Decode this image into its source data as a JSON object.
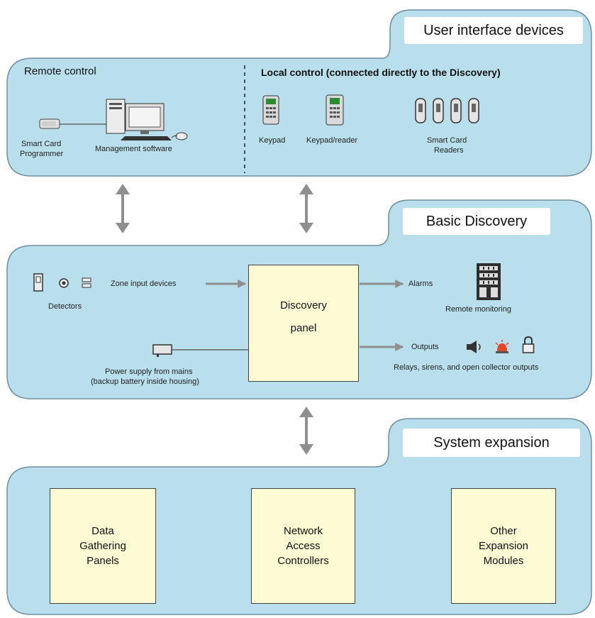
{
  "sections": {
    "user_interface": {
      "title": "User interface devices",
      "remote_title": "Remote control",
      "local_title": "Local control (connected directly to the Discovery)",
      "smart_card_programmer": [
        "Smart Card",
        "Programmer"
      ],
      "management_software": "Management software",
      "keypad": "Keypad",
      "keypad_reader": "Keypad/reader",
      "smart_card_readers": [
        "Smart Card",
        "Readers"
      ]
    },
    "basic_discovery": {
      "title": "Basic Discovery",
      "detectors": "Detectors",
      "zone_input": "Zone input devices",
      "panel": [
        "Discovery",
        "panel"
      ],
      "alarms": "Alarms",
      "remote_monitoring": "Remote monitoring",
      "outputs": "Outputs",
      "outputs_caption": "Relays, sirens, and open collector outputs",
      "power_supply": [
        "Power supply from mains",
        "(backup battery inside housing)"
      ]
    },
    "system_expansion": {
      "title": "System expansion",
      "modules": [
        [
          "Data",
          "Gathering",
          "Panels"
        ],
        [
          "Network",
          "Access",
          "Controllers"
        ],
        [
          "Other",
          "Expansion",
          "Modules"
        ]
      ]
    }
  },
  "colors": {
    "panel_fill": "#b9dfec",
    "panel_stroke": "#6e8f9b",
    "box_fill": "#fdfbd4",
    "arrow": "#909090"
  }
}
